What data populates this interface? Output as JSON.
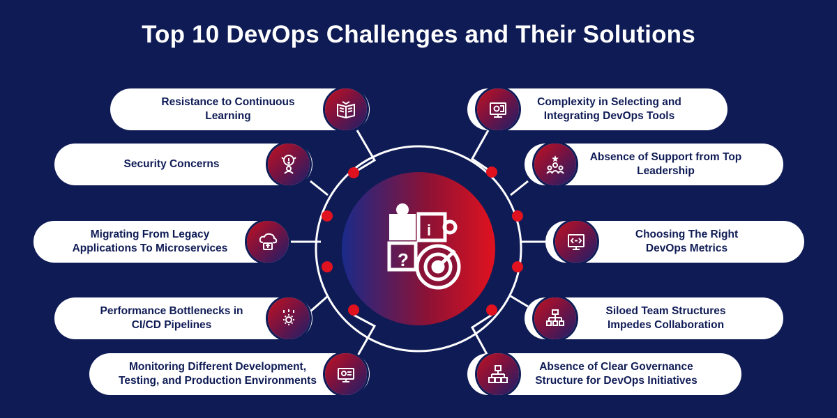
{
  "title": "Top 10 DevOps Challenges and Their Solutions",
  "colors": {
    "background": "#0f1b55",
    "accent_red": "#e0121f",
    "card": "#ffffff",
    "text_dark": "#0f1b55"
  },
  "challenges_left": [
    {
      "label": "Resistance to Continuous Learning",
      "icon": "open-book-icon"
    },
    {
      "label": "Security Concerns",
      "icon": "security-alert-icon"
    },
    {
      "label": "Migrating From Legacy Applications To Microservices",
      "icon": "cloud-upload-icon"
    },
    {
      "label": "Performance Bottlenecks in CI/CD Pipelines",
      "icon": "gear-icon"
    },
    {
      "label": "Monitoring Different Development, Testing, and Production Environments",
      "icon": "monitor-chart-icon"
    }
  ],
  "challenges_right": [
    {
      "label": "Complexity in Selecting and Integrating DevOps Tools",
      "icon": "tools-screen-icon"
    },
    {
      "label": "Absence of Support from Top Leadership",
      "icon": "team-leader-icon"
    },
    {
      "label": "Choosing The Right DevOps Metrics",
      "icon": "code-monitor-icon"
    },
    {
      "label": "Siloed Team Structures Impedes Collaboration",
      "icon": "org-chart-icon"
    },
    {
      "label": "Absence of Clear Governance Structure for DevOps Initiatives",
      "icon": "hierarchy-icon"
    }
  ],
  "center_icon": "puzzle-target-icon"
}
